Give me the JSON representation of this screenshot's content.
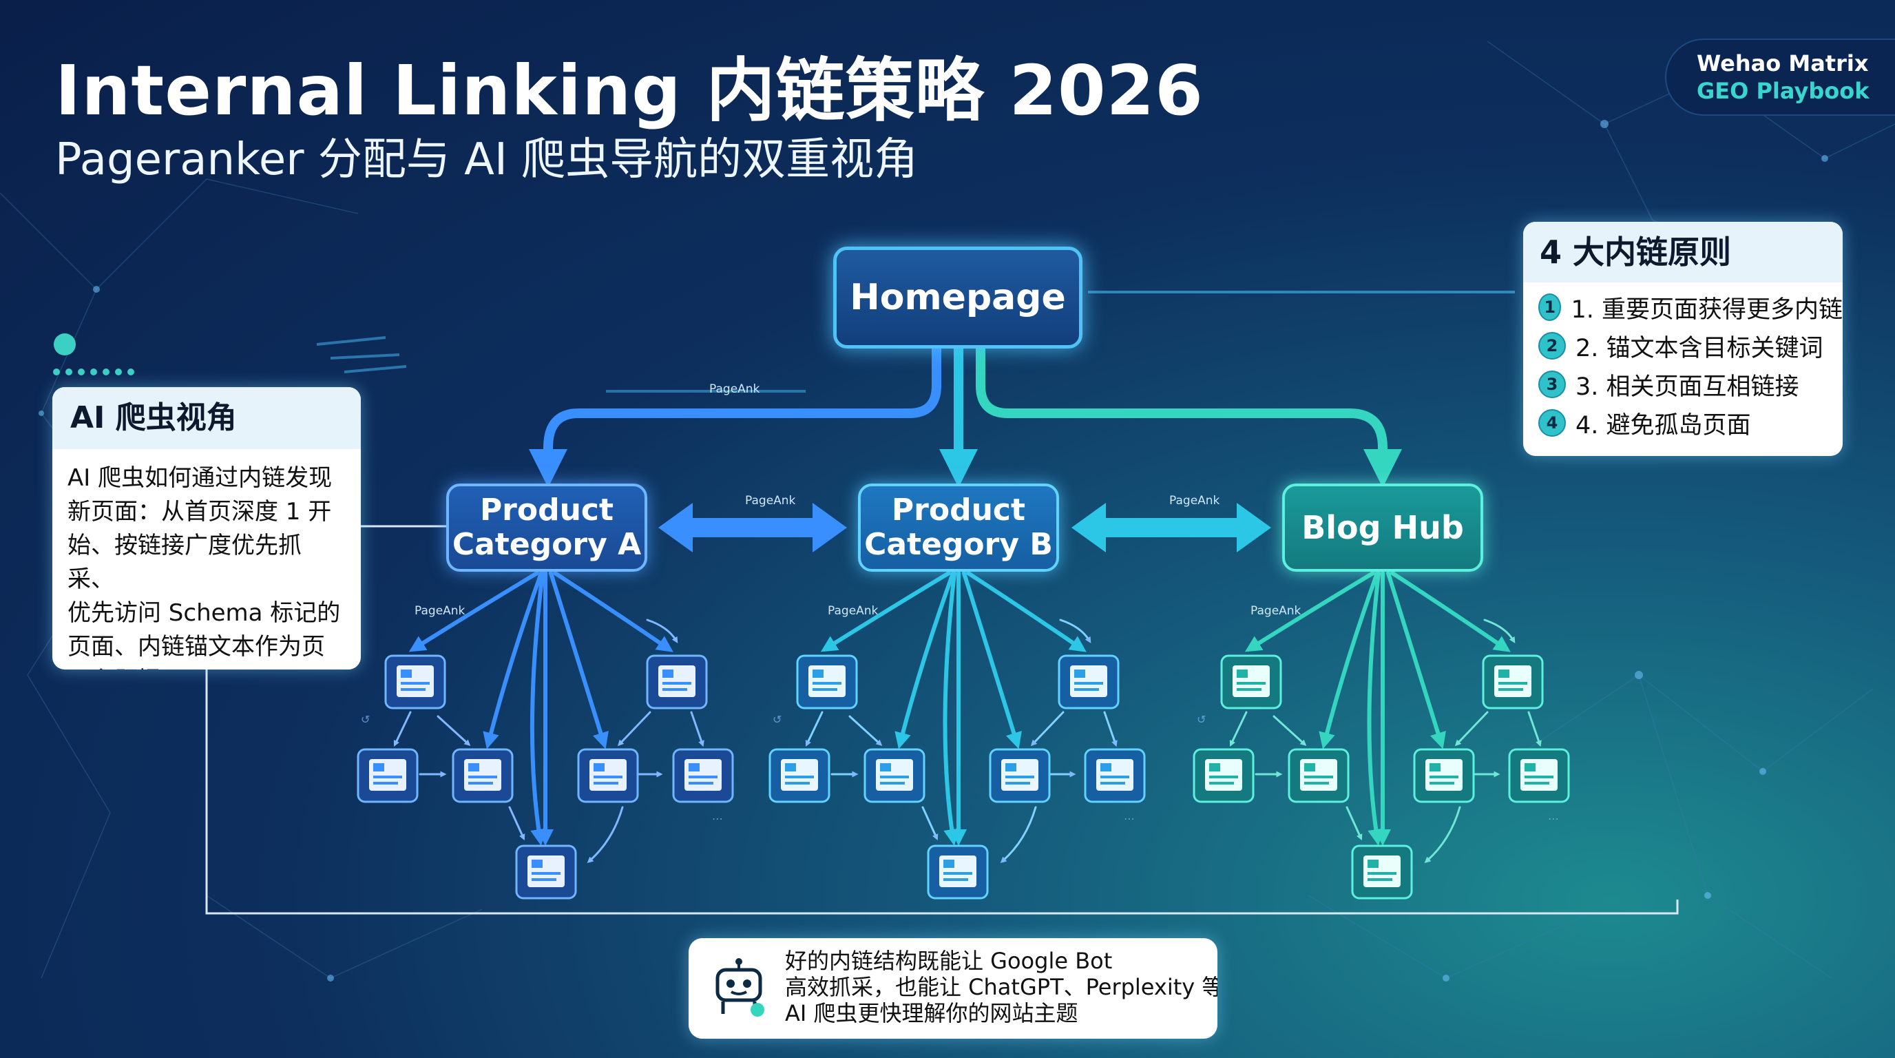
{
  "title": "Internal Linking 内链策略 2026",
  "subtitle": "Pageranker 分配与 AI 爬虫导航的双重视角",
  "brand": {
    "line1": "Wehao Matrix",
    "line2": "GEO Playbook"
  },
  "ai_panel": {
    "title": "AI 爬虫视角",
    "lines": [
      "AI 爬虫如何通过内链发现",
      "新页面：从首页深度 1 开",
      "始、按链接广度优先抓采、",
      "优先访问 Schema 标记的",
      "页面、内链锚文本作为页",
      "面主题提示。"
    ]
  },
  "rules_panel": {
    "title": "4 大内链原则",
    "items": [
      {
        "num": "1",
        "text": "1. 重要页面获得更多内链"
      },
      {
        "num": "2",
        "text": "2. 锚文本含目标关键词"
      },
      {
        "num": "3",
        "text": "3. 相关页面互相链接"
      },
      {
        "num": "4",
        "text": "4. 避免孤岛页面"
      }
    ]
  },
  "nodes": {
    "home": "Homepage",
    "cat_a_1": "Product",
    "cat_a_2": "Category A",
    "cat_b_1": "Product",
    "cat_b_2": "Category B",
    "blog": "Blog Hub"
  },
  "pagerank_label": "PageAnk",
  "bottom_panel": {
    "lines": [
      "好的内链结构既能让 Google Bot",
      "高效抓采，也能让 ChatGPT、Perplexity 等",
      "AI 爬虫更快理解你的网站主题"
    ]
  },
  "colors": {
    "blue": "#3a8fff",
    "cyan": "#2cc6e6",
    "teal": "#34d6c0",
    "accent": "#38d6ce"
  }
}
